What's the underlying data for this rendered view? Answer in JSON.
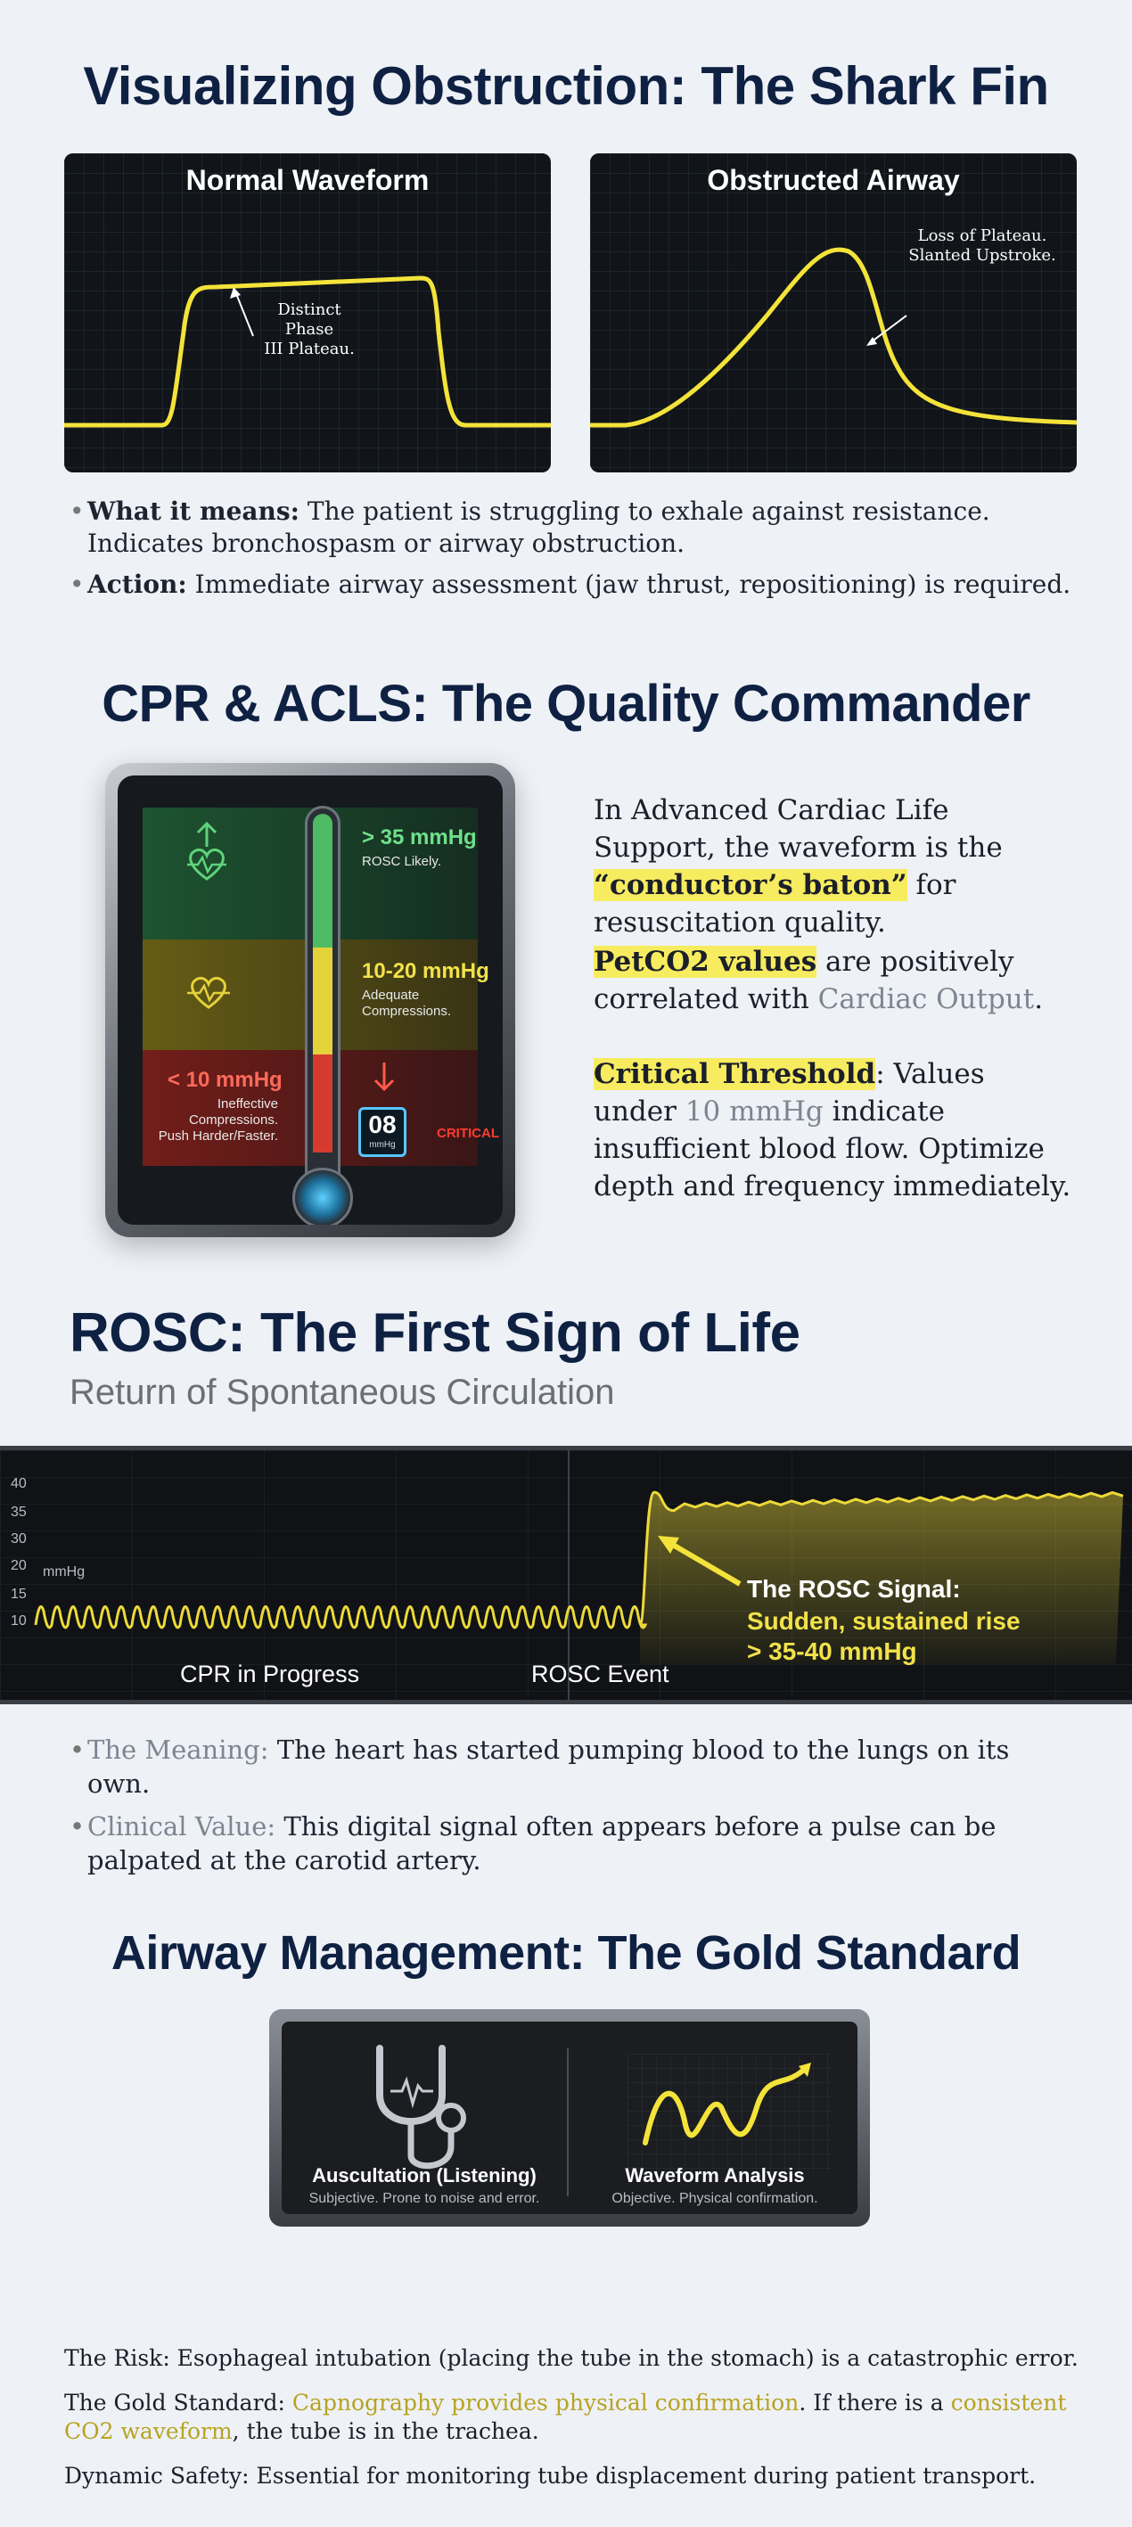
{
  "section1": {
    "title": "Visualizing Obstruction: The Shark Fin",
    "normal": {
      "title": "Normal Waveform",
      "note_line1": "Distinct Phase",
      "note_line2": "III Plateau."
    },
    "obstructed": {
      "title": "Obstructed Airway",
      "note_line1": "Loss of Plateau.",
      "note_line2": "Slanted Upstroke."
    },
    "bullets": [
      {
        "label": "What it means:",
        "text": "The patient is struggling to exhale against resistance. Indicates bronchospasm or airway obstruction."
      },
      {
        "label": "Action:",
        "text": "Immediate airway assessment (jaw thrust, repositioning) is required."
      }
    ]
  },
  "section2": {
    "title": "CPR & ACLS: The Quality Commander",
    "zones": {
      "green": {
        "label": "> 35 mmHg",
        "sub": "ROSC Likely."
      },
      "yellow": {
        "label": "10-20 mmHg",
        "sub1": "Adequate",
        "sub2": "Compressions."
      },
      "red": {
        "label": "< 10 mmHg",
        "sub1": "Ineffective",
        "sub2": "Compressions.",
        "sub3": "Push Harder/Faster."
      }
    },
    "reading": {
      "value": "08",
      "unit": "mmHg",
      "alert": "CRITICAL"
    },
    "para1": {
      "before": "In Advanced Cardiac Life Support, the waveform is the ",
      "highlight": "“conductor’s baton”",
      "after": " for resuscitation quality."
    },
    "para2": {
      "highlight": "PetCO2 values",
      "middle": " are positively correlated with ",
      "muted": "Cardiac Output",
      "end": "."
    },
    "para3": {
      "highlight": "Critical Threshold",
      "middle": ": Values under ",
      "muted": "10 mmHg",
      "end": " indicate insufficient blood flow. Optimize depth and frequency immediately."
    }
  },
  "section3": {
    "title": "ROSC: The First Sign of Life",
    "subtitle": "Return of Spontaneous Circulation",
    "chart_data": {
      "type": "line",
      "y_ticks": [
        "40",
        "35",
        "30",
        "20",
        "15",
        "10"
      ],
      "y_unit": "mmHg",
      "phase_labels": [
        "CPR in Progress",
        "ROSC Event"
      ],
      "signal_title": "The ROSC Signal:",
      "signal_line1": "Sudden, sustained rise",
      "signal_line2": "> 35-40 mmHg",
      "series": [
        {
          "segment": "CPR oscillation",
          "low": 10,
          "high": 13
        },
        {
          "segment": "post-ROSC plateau",
          "peak": 39,
          "sustained": 36
        }
      ],
      "trace_color": "#ecd93a"
    },
    "bullets": [
      {
        "label": "The Meaning:",
        "text": "The heart has started pumping blood to the lungs on its own."
      },
      {
        "label": "Clinical Value:",
        "text": "This digital signal often appears before a pulse can be palpated at the carotid artery."
      }
    ]
  },
  "section4": {
    "title": "Airway Management: The Gold Standard",
    "left": {
      "title": "Auscultation (Listening)",
      "sub": "Subjective. Prone to noise and error."
    },
    "right": {
      "title": "Waveform Analysis",
      "sub": "Objective. Physical confirmation."
    },
    "risk": "The Risk: Esophageal intubation (placing the tube in the stomach) is a catastrophic error.",
    "gold": {
      "prefix": "The Gold Standard: ",
      "hl1": "Capnography provides physical confirmation",
      "mid": ". If there is a ",
      "hl2": "consistent CO2 waveform",
      "end": ", the tube is in the trachea."
    },
    "dynamic": "Dynamic Safety: Essential for monitoring tube displacement during patient transport."
  }
}
